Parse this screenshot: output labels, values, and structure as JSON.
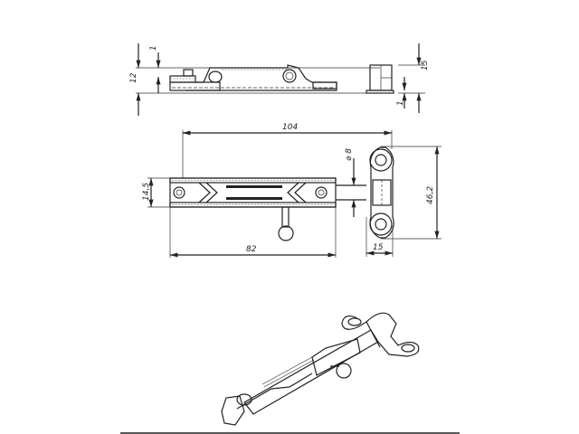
{
  "drawing": {
    "title": "Door bolt (latch) technical drawing",
    "views": [
      "side view",
      "top view with strike plate",
      "isometric view"
    ],
    "dimensions": {
      "side_height_left": "12",
      "side_offset_top": "1",
      "side_height_right": "15",
      "side_offset_bottom": "1",
      "overall_length": "104",
      "hole_diameter": "⌀ 8",
      "body_width": "14,5",
      "strike_height": "46,2",
      "body_length": "82",
      "strike_width": "15"
    },
    "colors": {
      "line": "#222222",
      "background": "#ffffff",
      "bottom_rule": "#555555"
    }
  }
}
